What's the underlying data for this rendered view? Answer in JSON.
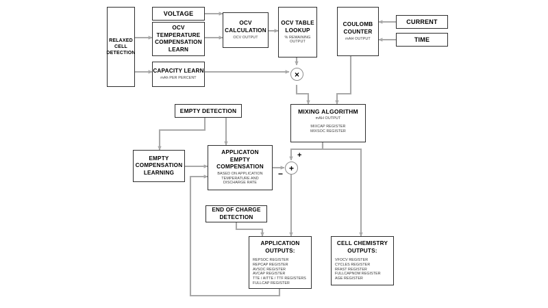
{
  "diagram": {
    "title": "Battery Fuel Gauge Algorithm Block Diagram",
    "background_color": "#ffffff",
    "wire_color": "#a8a8a8",
    "box_border_color": "#2b2b2b"
  },
  "blocks": {
    "relaxed_cell": {
      "title": "RELAXED\nCELL\nDETECTION"
    },
    "voltage": {
      "title": "VOLTAGE"
    },
    "ocv_temp": {
      "title": "OCV\nTEMPERATURE\nCOMPENSATION\nLEARN"
    },
    "capacity_learn": {
      "title": "CAPACITY LEARN",
      "sub": "mAh PER PERCENT"
    },
    "ocv_calc": {
      "title": "OCV\nCALCULATION",
      "sub": "OCV OUTPUT"
    },
    "ocv_table": {
      "title": "OCV TABLE\nLOOKUP",
      "sub": "% REMAINING\nOUTPUT"
    },
    "coulomb": {
      "title": "COULOMB\nCOUNTER",
      "sub": "mAH OUTPUT"
    },
    "current": {
      "title": "CURRENT"
    },
    "time": {
      "title": "TIME"
    },
    "mixing": {
      "title": "MIXING ALGORITHM",
      "sub": "mAH OUTPUT",
      "registers": "MIXCAP REGISTER\nMIXSOC REGISTER"
    },
    "empty_detection": {
      "title": "EMPTY DETECTION"
    },
    "empty_comp_learning": {
      "title": "EMPTY\nCOMPENSATION\nLEARNING"
    },
    "app_empty_comp": {
      "title": "APPLICATON\nEMPTY\nCOMPENSATION",
      "sub": "BASED ON APPLICATION\nTEMPERATURE AND\nDISCHARGE RATE"
    },
    "end_of_charge": {
      "title": "END OF CHARGE\nDETECTION"
    },
    "application_outputs": {
      "title": "APPLICATION\nOUTPUTS:",
      "registers": "REPSOC REGISTER\nREPCAP REGISTER\nAVSOC REGISTER\nAVCAP REGISTER\nTTE / AITTE / TTF REGISTERS\nFULLCAP REGISTER"
    },
    "cell_chemistry_outputs": {
      "title": "CELL CHEMISTRY\nOUTPUTS:",
      "registers": "VFOCV REGISTER\nCYCLES REGISTER\nRFAST REGISTER\nFULLCAPNOM REGISTER\nAGE REGISTER"
    }
  },
  "operators": {
    "multiply": {
      "glyph": "×"
    },
    "sum": {
      "glyph": "+"
    },
    "sum_plus_label": "+",
    "sum_minus_label": "−"
  }
}
